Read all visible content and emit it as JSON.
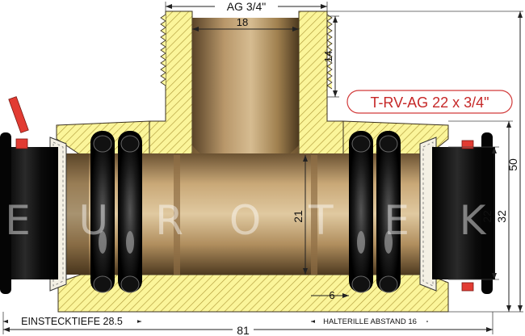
{
  "dimensions": {
    "thread_label": "AG 3/4\"",
    "thread_bore": "18",
    "thread_length": "14",
    "inner_bore": "21",
    "clip_width": "6",
    "pipe_od": "22",
    "socket_od": "32",
    "total_height": "50",
    "total_length": "81",
    "insertion_depth": "EINSTECKTIEFE 28.5",
    "clip_distance": "HALTERILLE ABSTAND 16"
  },
  "product_label": "T-RV-AG 22 x 3/4\"",
  "watermark": {
    "letters": [
      "E",
      "U",
      "R",
      "O",
      "T",
      "E",
      "K"
    ]
  },
  "colors": {
    "brass_light": "#d8b98a",
    "brass_mid": "#a8875a",
    "brass_dark": "#5a4428",
    "hatch_fill": "#fbf59a",
    "hatch_line": "#b09a3a",
    "oring": "#111111",
    "pipe_black": "#0c0c0c",
    "marker_red": "#e23b32",
    "label_border": "#d23a3a",
    "label_text": "#c62828"
  }
}
